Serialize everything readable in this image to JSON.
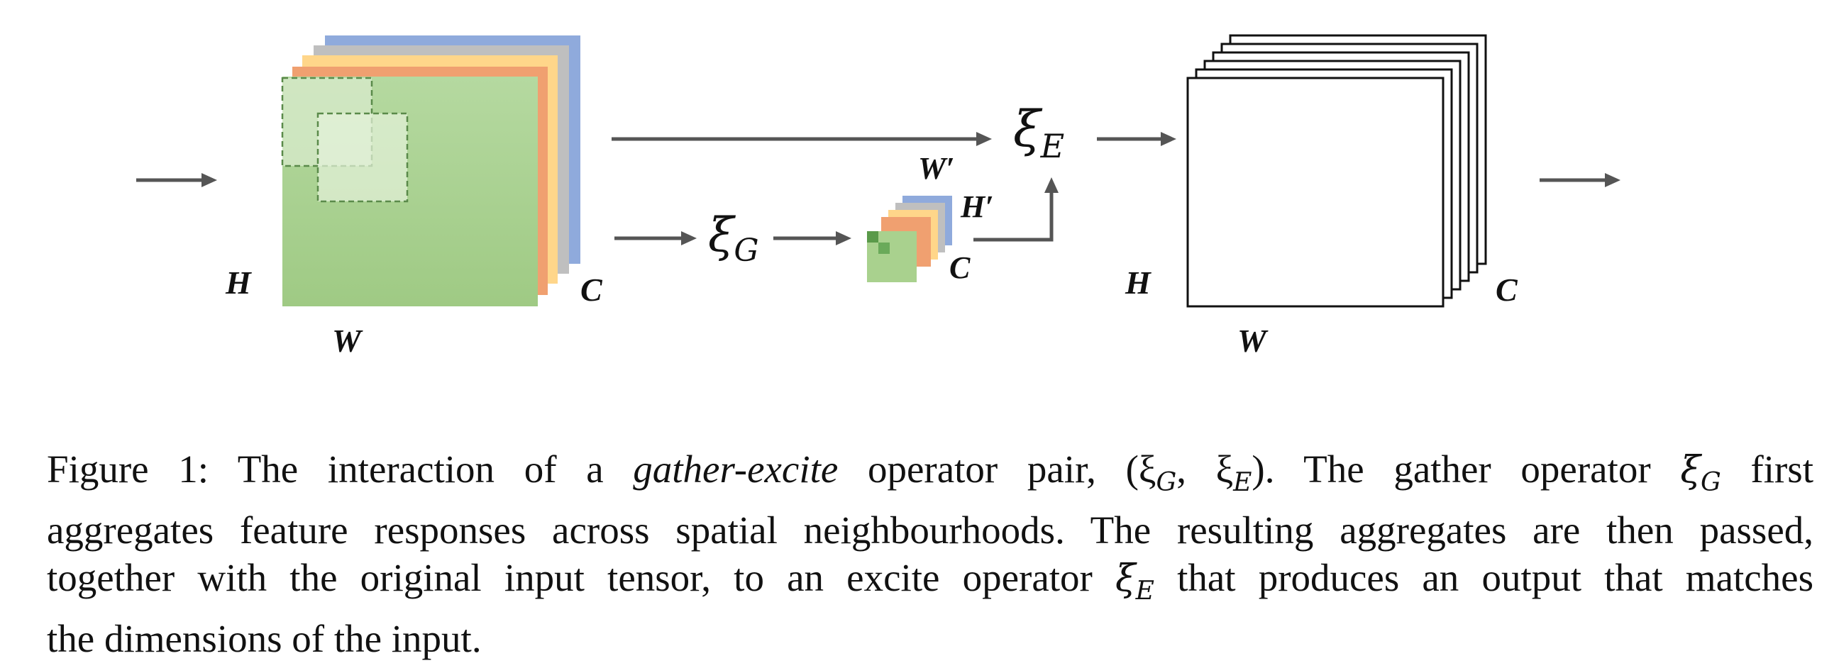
{
  "diagram": {
    "input_labels": {
      "h": "H",
      "w": "W",
      "c": "C"
    },
    "gathered_labels": {
      "h": "H′",
      "w": "W′",
      "c": "C"
    },
    "output_labels": {
      "h": "H",
      "w": "W",
      "c": "C"
    },
    "gather_symbol": {
      "base": "ξ",
      "sub": "G"
    },
    "excite_symbol": {
      "base": "ξ",
      "sub": "E"
    },
    "colors": {
      "blue": "#8faadc",
      "gray": "#bfbfbf",
      "yellow": "#ffd68a",
      "orange": "#f0a070",
      "green": "#a9d18e",
      "arrow": "#555555"
    }
  },
  "caption": {
    "prefix": "Figure 1: The interaction of a ",
    "term": "gather-excite",
    "pair_text": " operator pair, (ξ",
    "pair_sub_g": "G",
    "pair_comma": ", ξ",
    "pair_sub_e": "E",
    "pair_close": "). The gather operator ",
    "gather_sym": "ξ",
    "gather_sub": "G",
    "line1_end": " first",
    "line2": "aggregates feature responses across spatial neighbourhoods. The resulting aggregates are then passed,",
    "line3_start": "together with the original input tensor, to an excite operator ",
    "excite_sym": "ξ",
    "excite_sub": "E",
    "line3_end": " that produces an output that matches",
    "line4": "the dimensions of the input."
  }
}
